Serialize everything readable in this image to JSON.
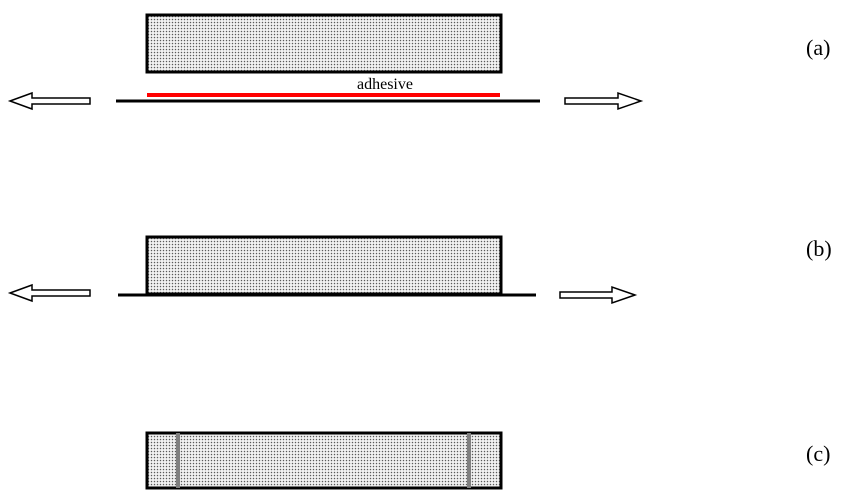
{
  "colors": {
    "background": "#ffffff",
    "outline": "#000000",
    "block_fill": "#f2f2f2",
    "block_dots": "#5a5a5a",
    "adhesive": "#ff0000",
    "seam": "#808080",
    "arrow_fill": "#ffffff"
  },
  "panels": [
    {
      "id": "a",
      "label": "(a)",
      "annotation": "adhesive",
      "has_adhesive": true,
      "has_substrate": true,
      "has_arrows": true,
      "seams": []
    },
    {
      "id": "b",
      "label": "(b)",
      "annotation": "",
      "has_adhesive": false,
      "has_substrate": true,
      "has_arrows": true,
      "seams": []
    },
    {
      "id": "c",
      "label": "(c)",
      "annotation": "",
      "has_adhesive": false,
      "has_substrate": false,
      "has_arrows": false,
      "seams": [
        "left-seam",
        "right-seam"
      ]
    }
  ]
}
